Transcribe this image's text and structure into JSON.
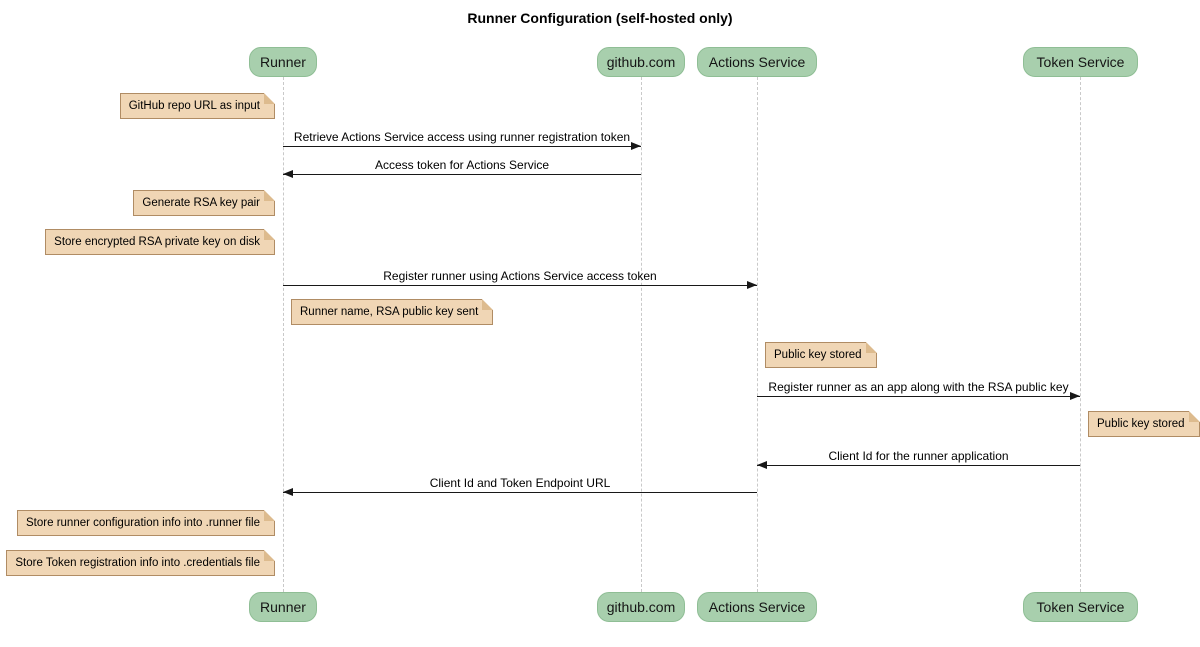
{
  "title": "Runner Configuration (self-hosted only)",
  "participants": {
    "runner": "Runner",
    "github": "github.com",
    "actions": "Actions Service",
    "token": "Token Service"
  },
  "messages": [
    {
      "label": "Retrieve Actions Service access using runner registration token",
      "from": "Runner",
      "to": "github.com",
      "direction": "right"
    },
    {
      "label": "Access token for Actions Service",
      "from": "github.com",
      "to": "Runner",
      "direction": "left"
    },
    {
      "label": "Register runner using Actions Service access token",
      "from": "Runner",
      "to": "Actions Service",
      "direction": "right"
    },
    {
      "label": "Register runner as an app along with the RSA public key",
      "from": "Actions Service",
      "to": "Token Service",
      "direction": "right"
    },
    {
      "label": "Client Id for the runner application",
      "from": "Token Service",
      "to": "Actions Service",
      "direction": "left"
    },
    {
      "label": "Client Id and Token Endpoint URL",
      "from": "Actions Service",
      "to": "Runner",
      "direction": "left"
    }
  ],
  "notes": [
    {
      "text": "GitHub repo URL as input",
      "anchor": "left of Runner"
    },
    {
      "text": "Generate RSA key pair",
      "anchor": "left of Runner"
    },
    {
      "text": "Store encrypted RSA private key on disk",
      "anchor": "left of Runner"
    },
    {
      "text": "Runner name, RSA public key sent",
      "anchor": "right of Runner"
    },
    {
      "text": "Public key stored",
      "anchor": "right of Actions Service"
    },
    {
      "text": "Public key stored",
      "anchor": "right of Token Service"
    },
    {
      "text": "Store runner configuration info into .runner file",
      "anchor": "left of Runner"
    },
    {
      "text": "Store Token registration info into .credentials file",
      "anchor": "left of Runner"
    }
  ],
  "colors": {
    "background": "#FFFFFF",
    "participant_fill": "#A8CFAD",
    "participant_border": "#8FBE95",
    "note_fill": "#F0D6B5",
    "note_border": "#B08C64",
    "note_fold": "#DDBB8E",
    "lifeline": "#C9C9C9",
    "arrow": "#181818"
  }
}
